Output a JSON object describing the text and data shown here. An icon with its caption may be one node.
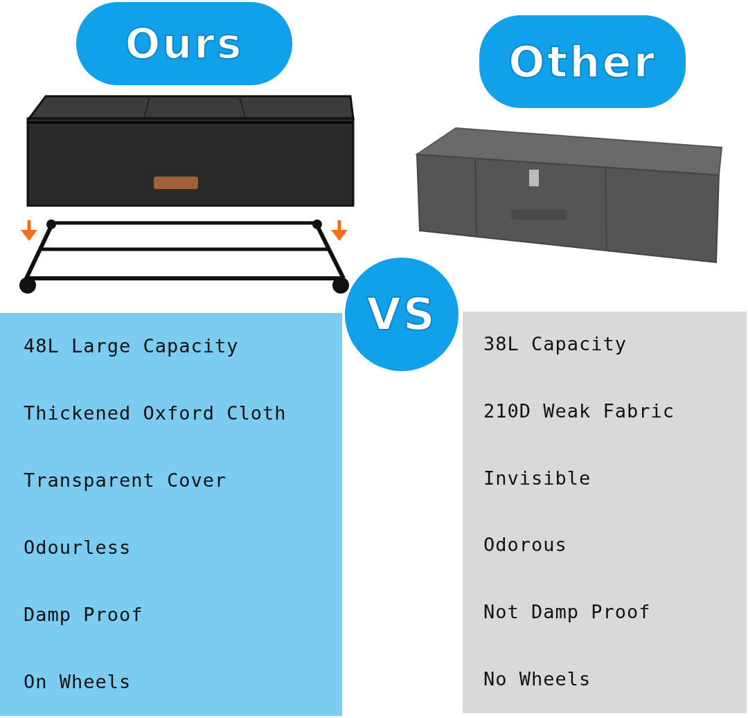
{
  "diagram": {
    "nodes": [
      {
        "text": [
          "Ours"
        ]
      },
      {
        "text": [
          "Other"
        ]
      },
      {
        "text": [
          "VS"
        ]
      },
      {
        "text": [
          "48L Large Capacity",
          "Thickened Oxford Cloth",
          "Transparent Cover",
          "Odourless",
          "Damp Proof",
          "On Wheels"
        ]
      },
      {
        "text": [
          "38L Capacity",
          "210D Weak Fabric",
          "Invisible",
          "Odorous",
          "Not Damp Proof",
          "No Wheels"
        ]
      }
    ]
  }
}
